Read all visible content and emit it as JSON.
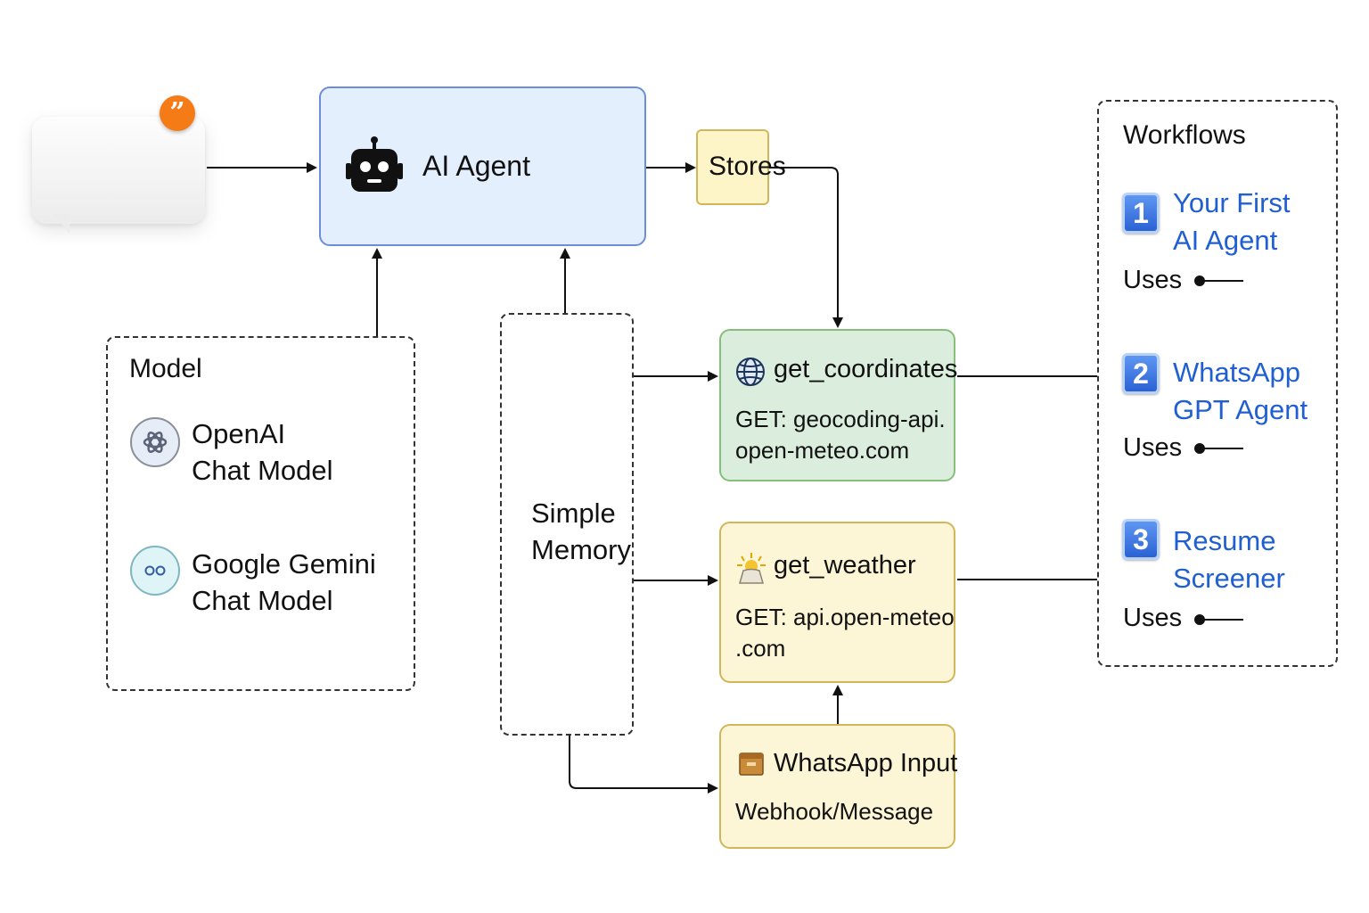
{
  "agent": {
    "label": "AI Agent"
  },
  "stores": {
    "label": "Stores"
  },
  "model_group": {
    "title": "Model",
    "items": [
      {
        "icon": "openai-icon",
        "line1": "OpenAI",
        "line2": "Chat Model"
      },
      {
        "icon": "gemini-icon",
        "line1": "Google Gemini",
        "line2": "Chat Model"
      }
    ]
  },
  "memory": {
    "line1": "Simple",
    "line2": "Memory"
  },
  "tools": {
    "coordinates": {
      "icon": "globe-icon",
      "title": "get_coordinates",
      "line1": "GET: geocoding-api.",
      "line2": "open-meteo.com"
    },
    "weather": {
      "icon": "weather-icon",
      "title": "get_weather",
      "line1": "GET: api.open-meteo",
      "line2": ".com"
    },
    "whatsapp_input": {
      "icon": "inbox-icon",
      "title": "WhatsApp Input",
      "line1": "Webhook/Message"
    }
  },
  "workflows": {
    "title": "Workflows",
    "items": [
      {
        "num": "1",
        "line1": "Your First",
        "line2": "AI Agent",
        "uses": "Uses"
      },
      {
        "num": "2",
        "line1": "WhatsApp",
        "line2": "GPT Agent",
        "uses": "Uses"
      },
      {
        "num": "3",
        "line1": "Resume",
        "line2": "Screener",
        "uses": "Uses"
      }
    ]
  },
  "colors": {
    "agent_fill": "#e3effd",
    "agent_border": "#6c8ed8",
    "green_fill": "#dbeedd",
    "green_border": "#86bf79",
    "yellow_fill": "#fcf5d6",
    "yellow_border": "#d2b65a",
    "link": "#1f5fd1",
    "badge": "#f47b16"
  }
}
